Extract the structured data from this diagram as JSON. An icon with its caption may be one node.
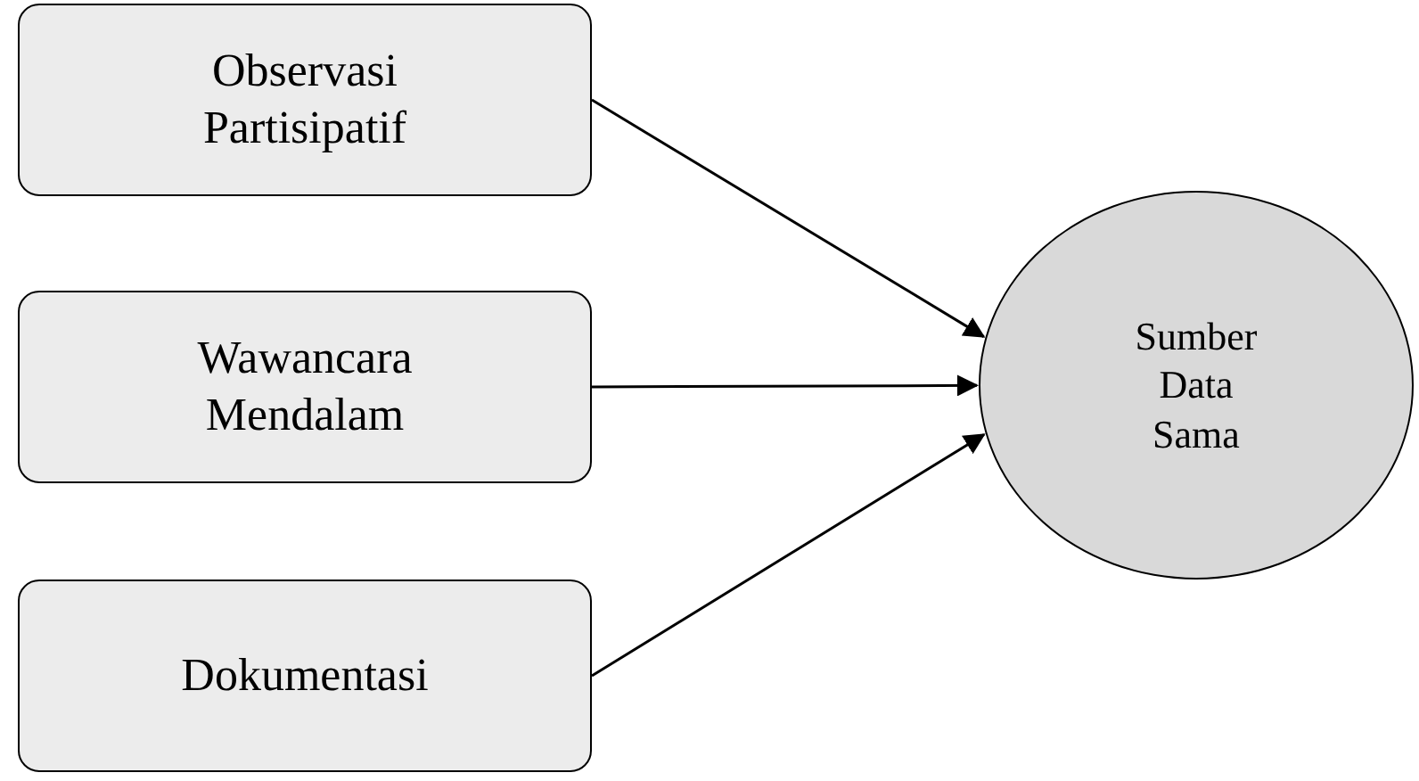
{
  "diagram": {
    "nodes": [
      {
        "text": [
          "Observasi Partisipatif"
        ]
      },
      {
        "text": [
          "Wawancara Mendalam"
        ]
      },
      {
        "text": [
          "Dokumentasi"
        ]
      },
      {
        "text": [
          "Sumber Data Sama"
        ]
      }
    ],
    "edges": [
      {
        "from": 0,
        "to": 3,
        "arrow": "to"
      },
      {
        "from": 1,
        "to": 3,
        "arrow": "to"
      },
      {
        "from": 2,
        "to": 3,
        "arrow": "to"
      }
    ]
  }
}
